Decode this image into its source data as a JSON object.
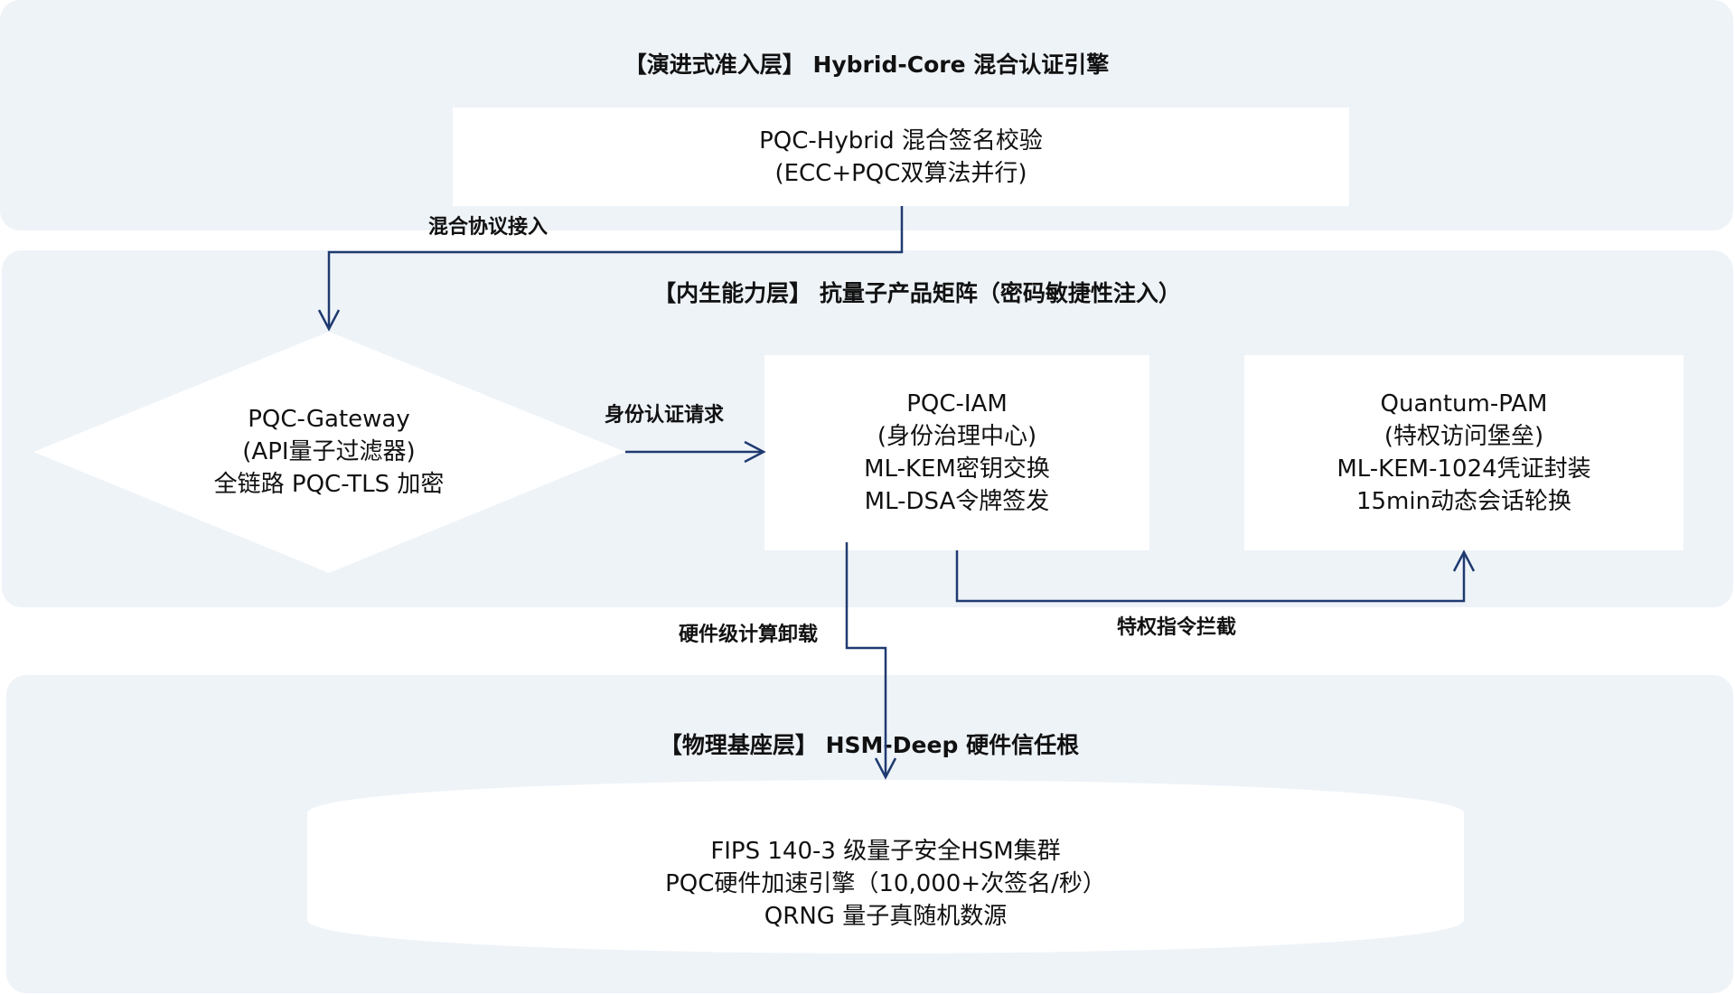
{
  "colors": {
    "panel_bg": "#EEF3F8",
    "node_bg": "#FFFFFF",
    "connector": "#1F3A70",
    "text": "#111111"
  },
  "layers": [
    {
      "id": "evolution-access",
      "title": "【演进式准入层】 Hybrid-Core 混合认证引擎",
      "nodes": [
        {
          "id": "pqc-hybrid",
          "shape": "rectangle",
          "lines": [
            "PQC-Hybrid 混合签名校验",
            "(ECC+PQC双算法并行)"
          ]
        }
      ]
    },
    {
      "id": "endogenous-capability",
      "title": "【内生能力层】 抗量子产品矩阵（密码敏捷性注入）",
      "nodes": [
        {
          "id": "pqc-gateway",
          "shape": "diamond",
          "lines": [
            "PQC-Gateway",
            "(API量子过滤器)",
            "全链路 PQC-TLS 加密"
          ]
        },
        {
          "id": "pqc-iam",
          "shape": "rectangle",
          "lines": [
            "PQC-IAM",
            "(身份治理中心)",
            "ML-KEM密钥交换",
            "ML-DSA令牌签发"
          ]
        },
        {
          "id": "quantum-pam",
          "shape": "rectangle",
          "lines": [
            "Quantum-PAM",
            "(特权访问堡垒)",
            "ML-KEM-1024凭证封装",
            "15min动态会话轮换"
          ]
        }
      ]
    },
    {
      "id": "physical-foundation",
      "title": "【物理基座层】 HSM-Deep 硬件信任根",
      "nodes": [
        {
          "id": "hsm-cluster",
          "shape": "cylinder",
          "lines": [
            "FIPS 140-3 级量子安全HSM集群",
            "PQC硬件加速引擎（10,000+次签名/秒）",
            "QRNG 量子真随机数源"
          ]
        }
      ]
    }
  ],
  "edges": [
    {
      "from": "pqc-hybrid",
      "to": "pqc-gateway",
      "label": "混合协议接入"
    },
    {
      "from": "pqc-gateway",
      "to": "pqc-iam",
      "label": "身份认证请求"
    },
    {
      "from": "pqc-iam",
      "to": "quantum-pam",
      "label": "特权指令拦截"
    },
    {
      "from": "pqc-iam",
      "to": "hsm-cluster",
      "label": "硬件级计算卸载"
    }
  ]
}
